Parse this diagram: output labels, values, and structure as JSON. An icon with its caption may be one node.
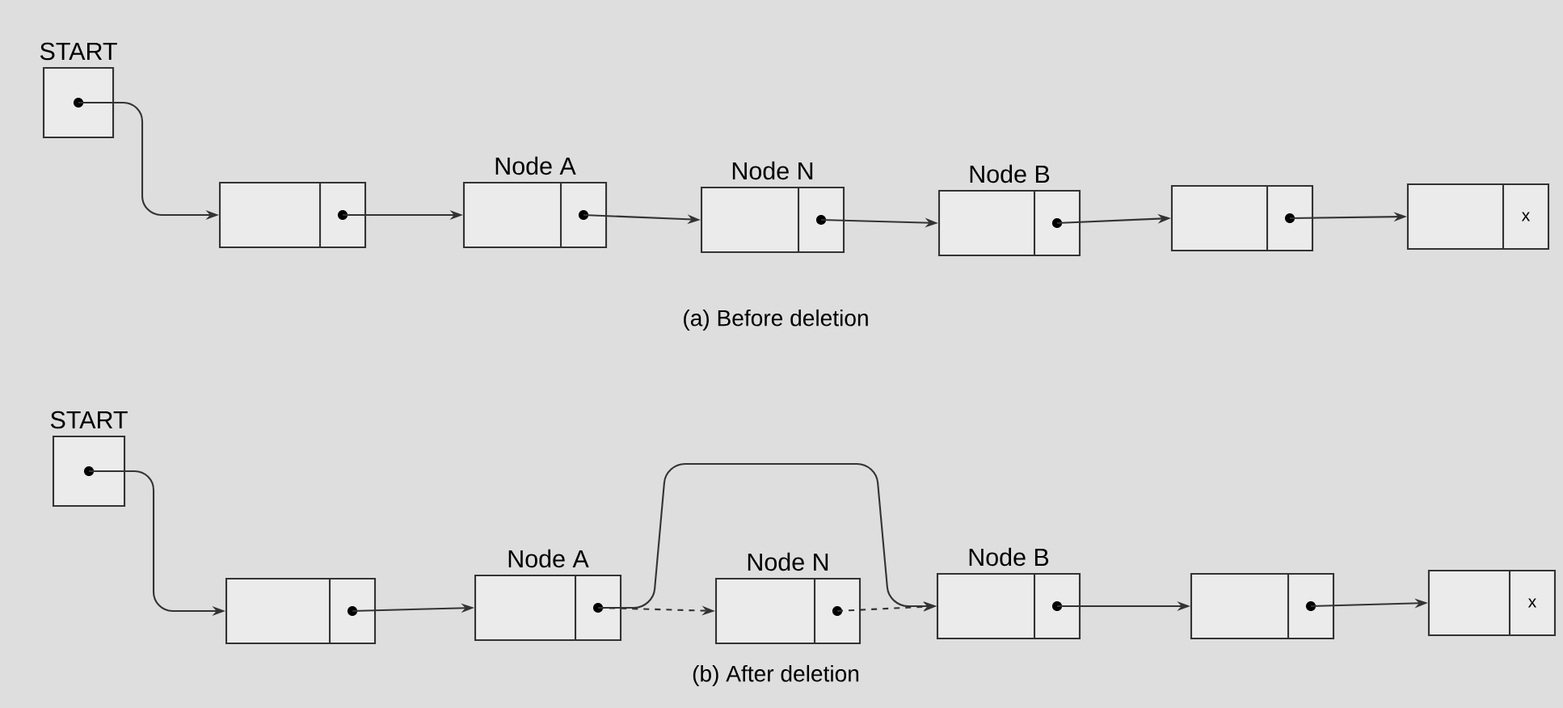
{
  "diagram": {
    "nodes": [
      {
        "text": [
          "START"
        ]
      },
      {
        "text": [],
        "shape": "box"
      },
      {
        "text": [
          "Node A"
        ]
      },
      {
        "text": [
          "Node N"
        ]
      },
      {
        "text": [
          "Node B"
        ]
      },
      {
        "text": [],
        "shape": "box"
      },
      {
        "text": [
          "x"
        ]
      },
      {
        "text": [
          "START"
        ]
      },
      {
        "text": [],
        "shape": "box"
      },
      {
        "text": [
          "Node A"
        ]
      },
      {
        "text": [
          "Node N"
        ]
      },
      {
        "text": [
          "Node B"
        ]
      },
      {
        "text": [],
        "shape": "box"
      },
      {
        "text": [
          "x"
        ]
      }
    ],
    "edges": [
      {
        "from": 0,
        "to": 1,
        "arrow": "to"
      },
      {
        "from": 1,
        "to": 2,
        "arrow": "to"
      },
      {
        "from": 2,
        "to": 3,
        "arrow": "to"
      },
      {
        "from": 3,
        "to": 4,
        "arrow": "to"
      },
      {
        "from": 4,
        "to": 5,
        "arrow": "to"
      },
      {
        "from": 5,
        "to": 6,
        "arrow": "to"
      },
      {
        "from": 7,
        "to": 8,
        "arrow": "to"
      },
      {
        "from": 8,
        "to": 9,
        "arrow": "to"
      },
      {
        "from": 9,
        "to": 10,
        "arrow": "to",
        "style": "dashed"
      },
      {
        "from": 9,
        "to": 11,
        "arrow": "to"
      },
      {
        "from": 10,
        "to": 11,
        "arrow": "to",
        "style": "dashed"
      },
      {
        "from": 11,
        "to": 12,
        "arrow": "to"
      },
      {
        "from": 12,
        "to": 13,
        "arrow": "to"
      }
    ],
    "labels": [
      "(a) Before deletion",
      "(b) After deletion"
    ]
  }
}
